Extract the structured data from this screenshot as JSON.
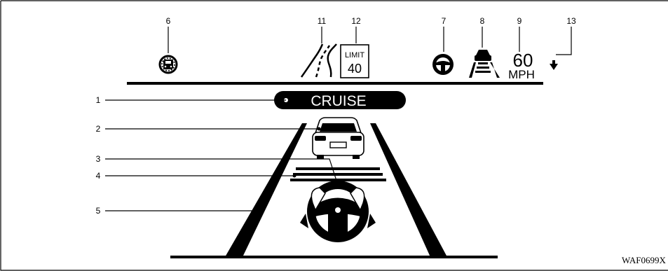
{
  "callouts": {
    "c1": "1",
    "c2": "2",
    "c3": "3",
    "c4": "4",
    "c5": "5",
    "c6": "6",
    "c7": "7",
    "c8": "8",
    "c9": "9",
    "c11": "11",
    "c12": "12",
    "c13": "13"
  },
  "display": {
    "cruise_label": "CRUISE",
    "limit_word": "LIMIT",
    "limit_value": "40",
    "speed_value": "60",
    "speed_unit": "MPH"
  },
  "figure_code": "WAF0699X",
  "colors": {
    "ink": "#000000",
    "paper": "#ffffff"
  }
}
